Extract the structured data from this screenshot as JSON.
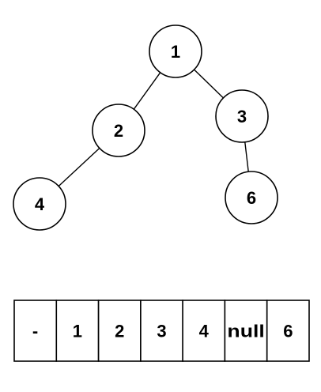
{
  "tree": {
    "nodes": [
      {
        "id": "n1",
        "label": "1"
      },
      {
        "id": "n2",
        "label": "2"
      },
      {
        "id": "n3",
        "label": "3"
      },
      {
        "id": "n4",
        "label": "4"
      },
      {
        "id": "n6",
        "label": "6"
      }
    ],
    "edges": [
      {
        "from": "n1",
        "to": "n2"
      },
      {
        "from": "n1",
        "to": "n3"
      },
      {
        "from": "n2",
        "to": "n4"
      },
      {
        "from": "n3",
        "to": "n6"
      }
    ]
  },
  "array": {
    "cells": [
      "-",
      "1",
      "2",
      "3",
      "4",
      "null",
      "6"
    ]
  }
}
